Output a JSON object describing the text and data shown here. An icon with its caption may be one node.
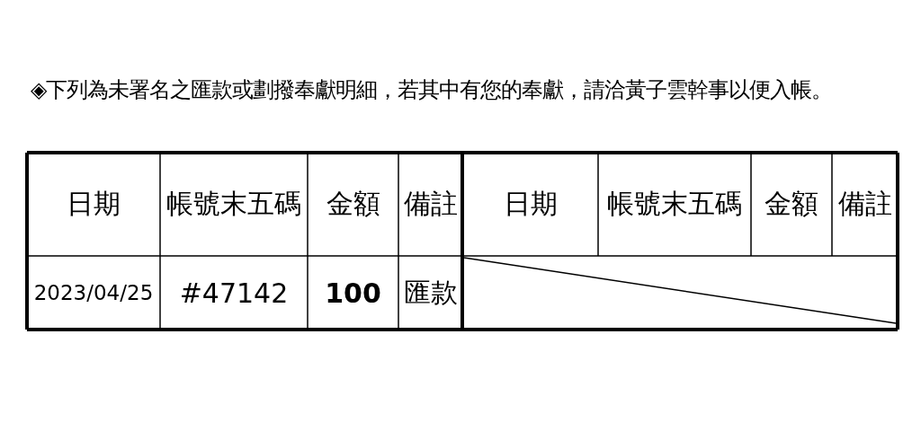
{
  "diagram": {
    "title": "◈下列為未署名之匯款或劃撥奉獻明細，若其中有您的奉獻，請洽黃子雲幹事以便入帳。",
    "labels": [
      "日期",
      "帳號末五碼",
      "金額",
      "備註",
      "日期",
      "帳號末五碼",
      "金額",
      "備註",
      "2023/04/25",
      "#47142",
      "100",
      "匯款"
    ]
  }
}
